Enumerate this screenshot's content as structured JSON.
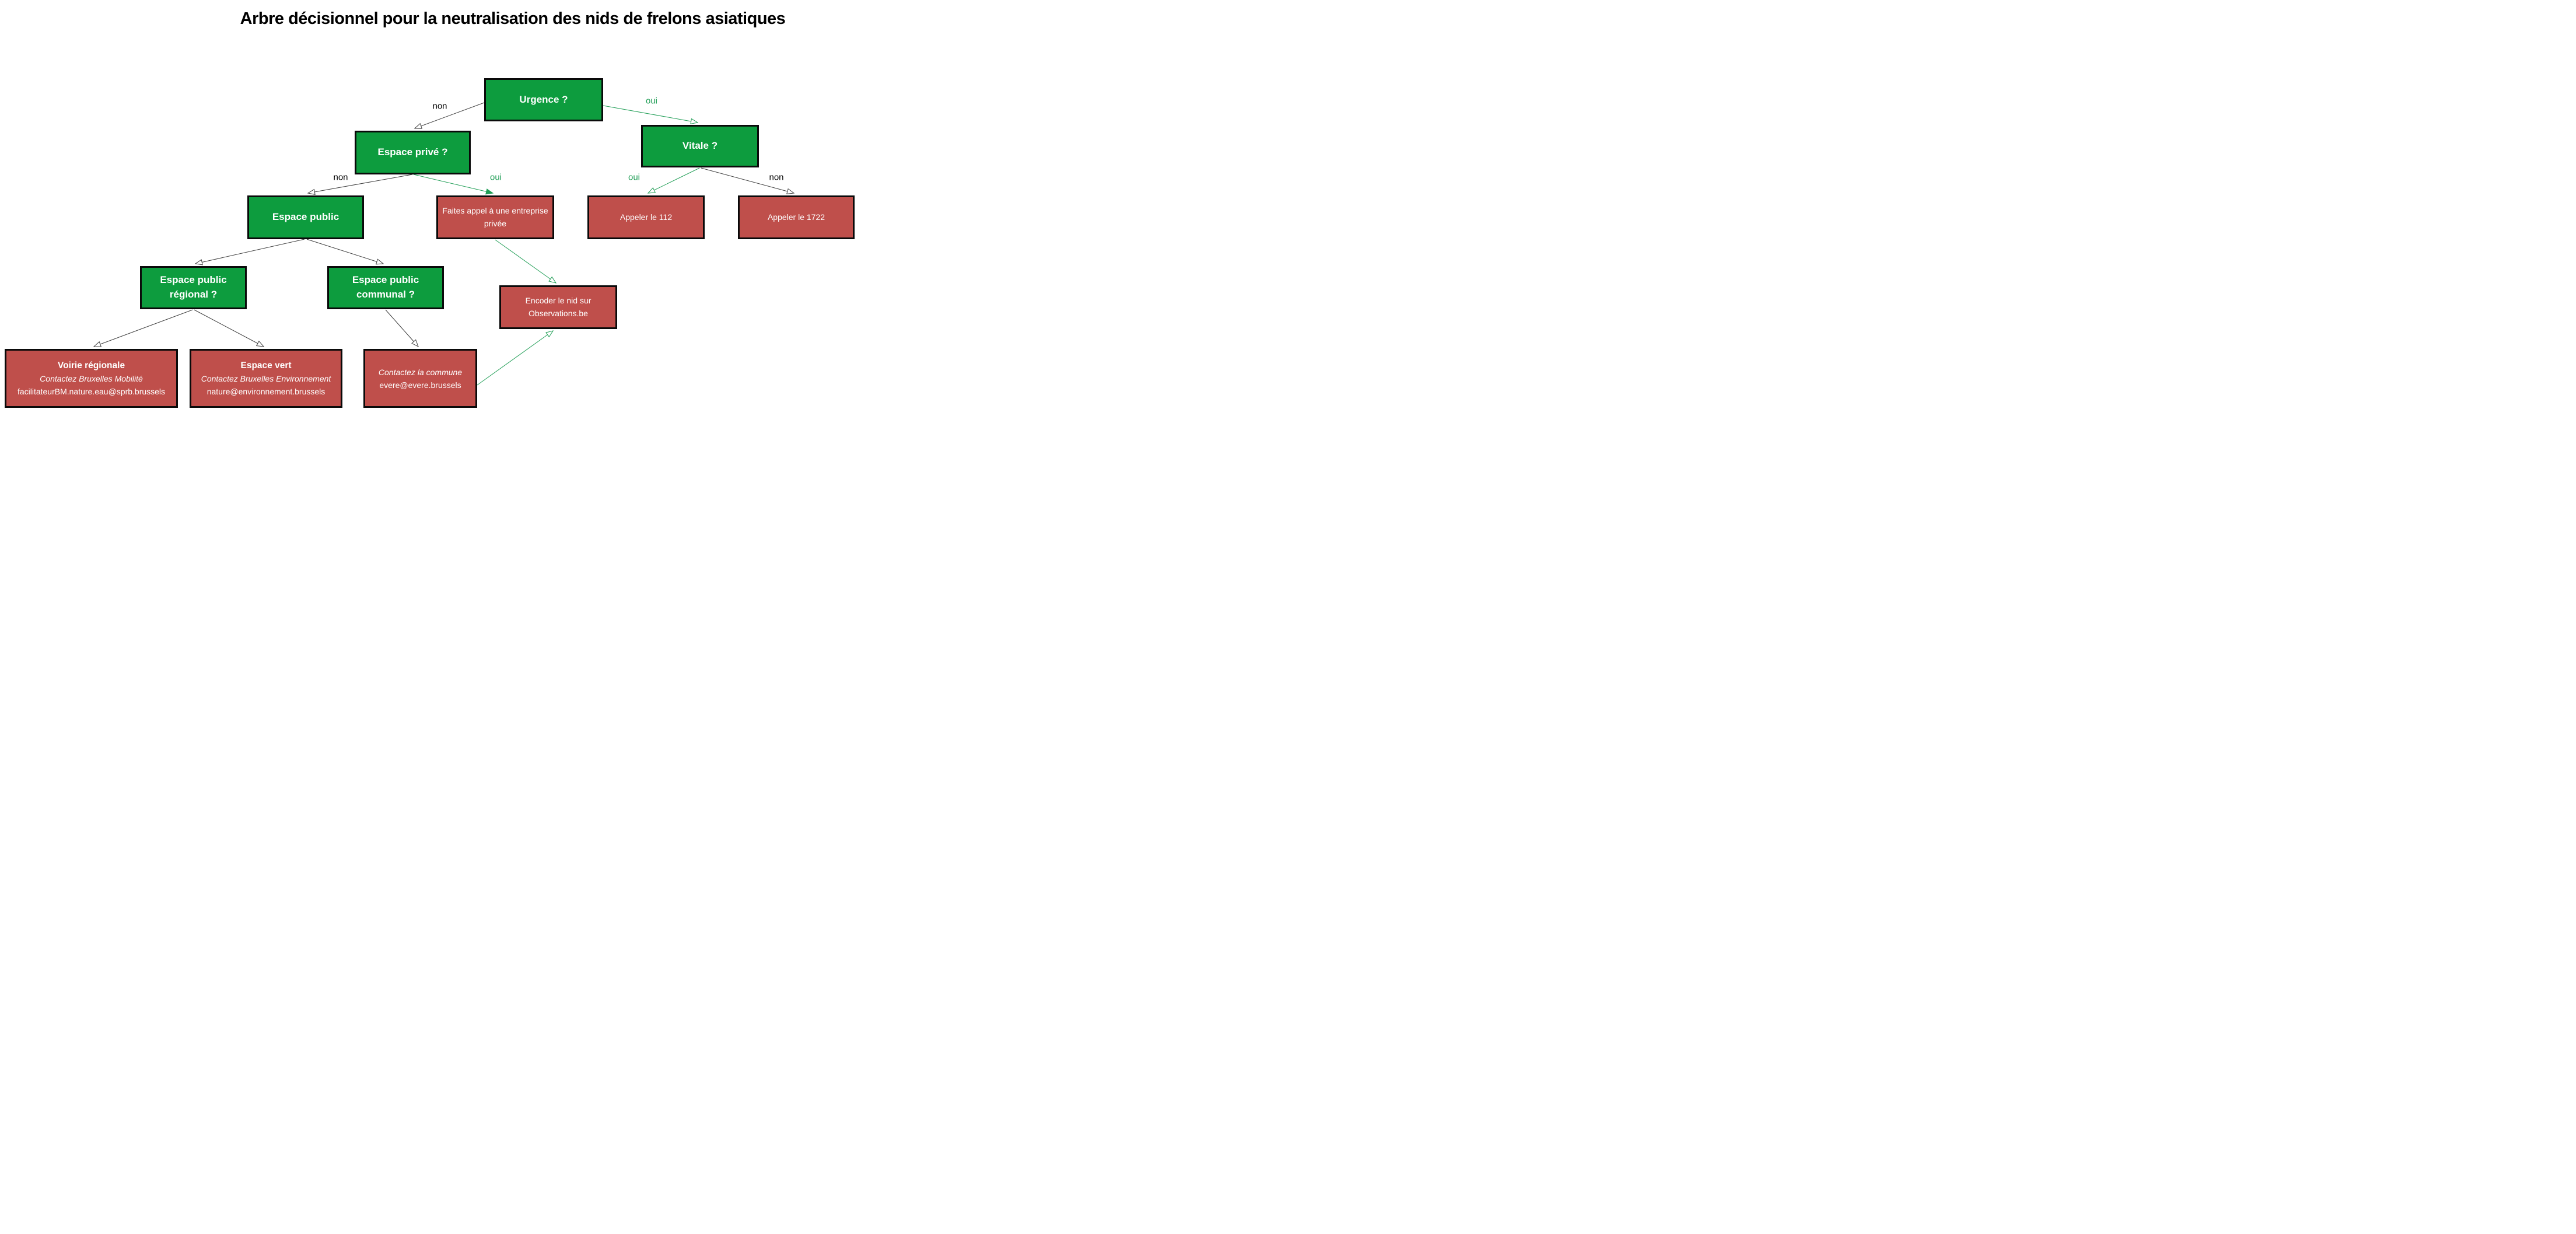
{
  "title": "Arbre décisionnel pour la neutralisation des nids de frelons asiatiques",
  "nodes": {
    "urgence": "Urgence ?",
    "espace_prive": "Espace privé ?",
    "vitale": "Vitale ?",
    "espace_public": "Espace public",
    "faites_appel": "Faites appel à une entreprise privée",
    "appeler_112": "Appeler le 112",
    "appeler_1722": "Appeler le 1722",
    "regional": "Espace public régional ?",
    "communal": "Espace public communal ?",
    "encoder": "Encoder le nid sur Observations.be",
    "voirie": {
      "title": "Voirie régionale",
      "contact": "Contactez Bruxelles Mobilité",
      "email": "facilitateurBM.nature.eau@sprb.brussels"
    },
    "espace_vert": {
      "title": "Espace vert",
      "contact": "Contactez Bruxelles Environnement",
      "email": "nature@environnement.brussels"
    },
    "commune": {
      "contact": "Contactez la commune",
      "email": "evere@evere.brussels"
    }
  },
  "edge_labels": {
    "urgence_non": "non",
    "urgence_oui": "oui",
    "prive_non": "non",
    "prive_oui": "oui",
    "vitale_oui": "oui",
    "vitale_non": "non"
  },
  "colors": {
    "question_green": "#0d9c3e",
    "action_red": "#bf4f4b",
    "oui_green": "#1f9d55",
    "line_black": "#3d3d3d",
    "box_border": "#0a0a0a",
    "text_white": "#ffffff"
  }
}
